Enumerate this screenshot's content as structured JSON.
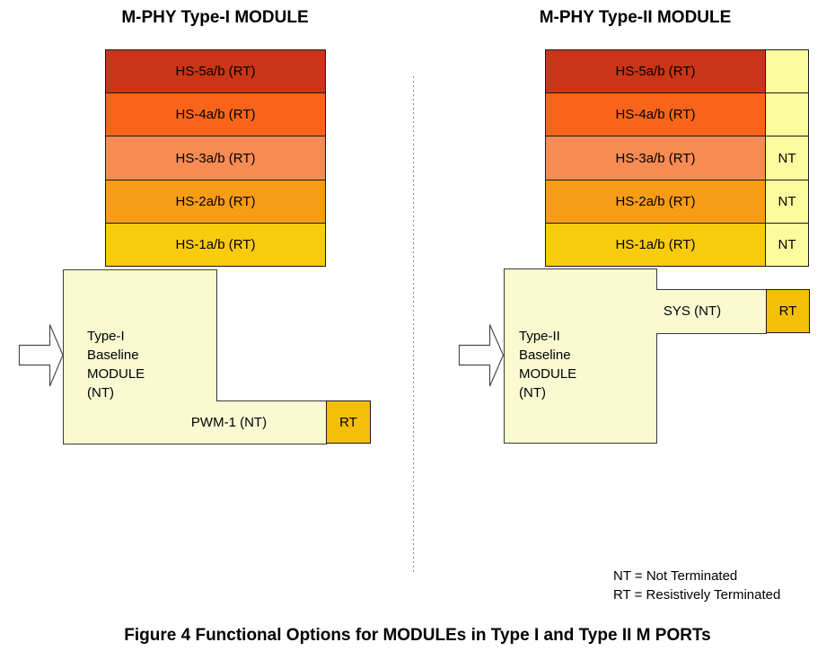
{
  "left": {
    "title": "M-PHY Type-I MODULE",
    "rows": [
      {
        "label": "HS-5a/b (RT)"
      },
      {
        "label": "HS-4a/b (RT)"
      },
      {
        "label": "HS-3a/b (RT)"
      },
      {
        "label": "HS-2a/b (RT)"
      },
      {
        "label": "HS-1a/b (RT)"
      }
    ],
    "module": {
      "lines": [
        "Type-I",
        "Baseline",
        "MODULE",
        "(NT)"
      ],
      "pwm_label": "PWM-1 (NT)",
      "rt_label": "RT"
    }
  },
  "right": {
    "title": "M-PHY Type-II MODULE",
    "rows": [
      {
        "label": "HS-5a/b (RT)",
        "nt": ""
      },
      {
        "label": "HS-4a/b (RT)",
        "nt": ""
      },
      {
        "label": "HS-3a/b (RT)",
        "nt": "NT"
      },
      {
        "label": "HS-2a/b (RT)",
        "nt": "NT"
      },
      {
        "label": "HS-1a/b (RT)",
        "nt": "NT"
      }
    ],
    "module": {
      "lines": [
        "Type-II",
        "Baseline",
        "MODULE",
        "(NT)"
      ],
      "sys_label": "SYS (NT)",
      "rt_label": "RT"
    }
  },
  "legend": {
    "line1": "NT = Not Terminated",
    "line2": "RT = Resistively Terminated"
  },
  "caption": "Figure 4 Functional Options for MODULEs in Type I and Type II M PORTs",
  "colors": {
    "hs5": "#C93517",
    "hs4": "#F8651A",
    "hs3": "#F68B53",
    "hs2": "#F89C15",
    "hs1": "#F8CB0D",
    "rt_fill": "#F2BF06",
    "module_fill": "#FAFAD2",
    "nt_fill": "#FCFC9E",
    "bar_border": "#1A1A1A",
    "module_border": "#3A3A3A",
    "arrow_fill": "#FFFFFF",
    "arrow_stroke": "#4D4D4D",
    "divider": "#8A8A8A",
    "text": "#000000"
  }
}
